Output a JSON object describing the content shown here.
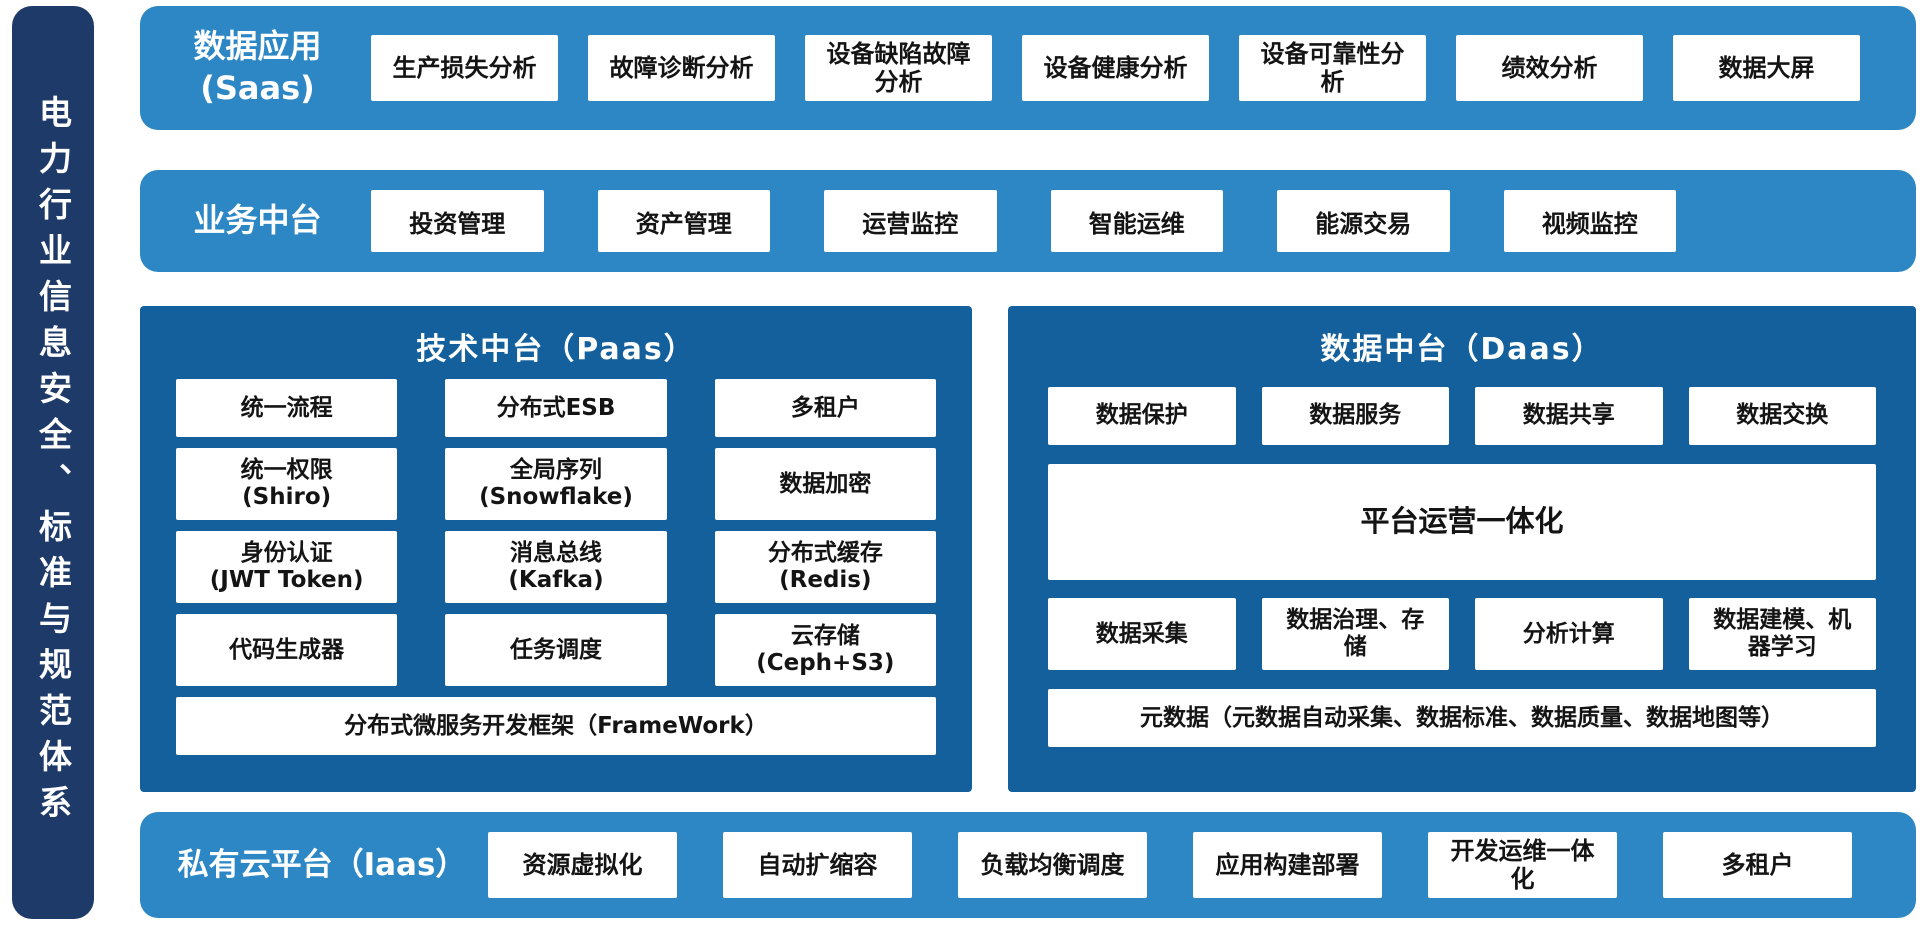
{
  "colors": {
    "sidebar": "#1e3a68",
    "band": "#2e87c5",
    "panel": "#13609c",
    "box-text": "#141414"
  },
  "sidebar": {
    "text": "电力行业信息安全、标准与规范体系"
  },
  "saas": {
    "label": "数据应用\n(Saas)",
    "items": [
      "生产损失分析",
      "故障诊断分析",
      "设备缺陷故障\n分析",
      "设备健康分析",
      "设备可靠性分\n析",
      "绩效分析",
      "数据大屏"
    ]
  },
  "business": {
    "label": "业务中台",
    "items": [
      "投资管理",
      "资产管理",
      "运营监控",
      "智能运维",
      "能源交易",
      "视频监控"
    ]
  },
  "paas": {
    "title": "技术中台（Paas）",
    "rows": [
      [
        "统一流程",
        "分布式ESB",
        "多租户"
      ],
      [
        "统一权限\n(Shiro)",
        "全局序列\n(Snowflake)",
        "数据加密"
      ],
      [
        "身份认证\n(JWT Token)",
        "消息总线\n(Kafka)",
        "分布式缓存\n(Redis)"
      ],
      [
        "代码生成器",
        "任务调度",
        "云存储\n(Ceph+S3)"
      ]
    ],
    "footer": "分布式微服务开发框架（FrameWork）"
  },
  "daas": {
    "title": "数据中台（Daas）",
    "row1": [
      "数据保护",
      "数据服务",
      "数据共享",
      "数据交换"
    ],
    "center": "平台运营一体化",
    "row2": [
      "数据采集",
      "数据治理、存\n储",
      "分析计算",
      "数据建模、机\n器学习"
    ],
    "footer": "元数据（元数据自动采集、数据标准、数据质量、数据地图等）"
  },
  "iaas": {
    "label": "私有云平台（Iaas）",
    "items": [
      "资源虚拟化",
      "自动扩缩容",
      "负载均衡调度",
      "应用构建部署",
      "开发运维一体\n化",
      "多租户"
    ]
  }
}
